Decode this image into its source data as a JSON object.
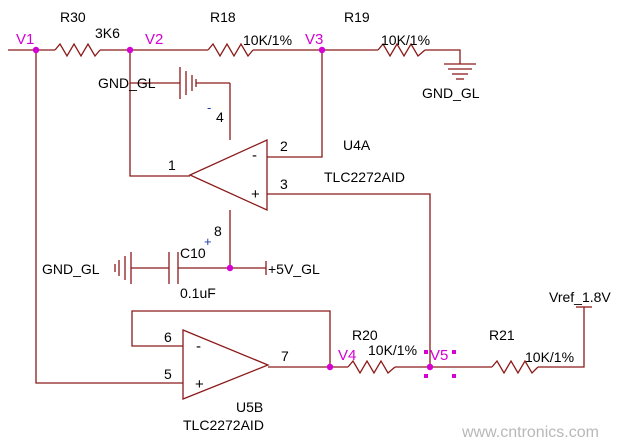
{
  "nets": {
    "v1": "V1",
    "v2": "V2",
    "v3": "V3",
    "v4": "V4",
    "v5": "V5"
  },
  "resistors": {
    "r30": {
      "ref": "R30",
      "value": "3K6"
    },
    "r18": {
      "ref": "R18",
      "value": "10K/1%"
    },
    "r19": {
      "ref": "R19",
      "value": "10K/1%"
    },
    "r20": {
      "ref": "R20",
      "value": "10K/1%"
    },
    "r21": {
      "ref": "R21",
      "value": "10K/1%"
    }
  },
  "capacitor": {
    "ref": "C10",
    "value": "0.1uF"
  },
  "grounds": {
    "top": "GND_GL",
    "r19": "GND_GL",
    "cap": "GND_GL"
  },
  "supply": {
    "pos": "+5V_GL",
    "vref": "Vref_1.8V"
  },
  "opamp_a": {
    "ref": "U4A",
    "part": "TLC2272AID",
    "pin_out": "1",
    "pin_inv": "2",
    "pin_noninv": "3",
    "pin_vminus": "4",
    "pin_vplus": "8"
  },
  "opamp_b": {
    "ref": "U5B",
    "part": "TLC2272AID",
    "pin_out": "7",
    "pin_inv": "6",
    "pin_noninv": "5"
  },
  "signs": {
    "minus": "-",
    "plus": "+"
  },
  "watermark": "www.cntronics.com"
}
